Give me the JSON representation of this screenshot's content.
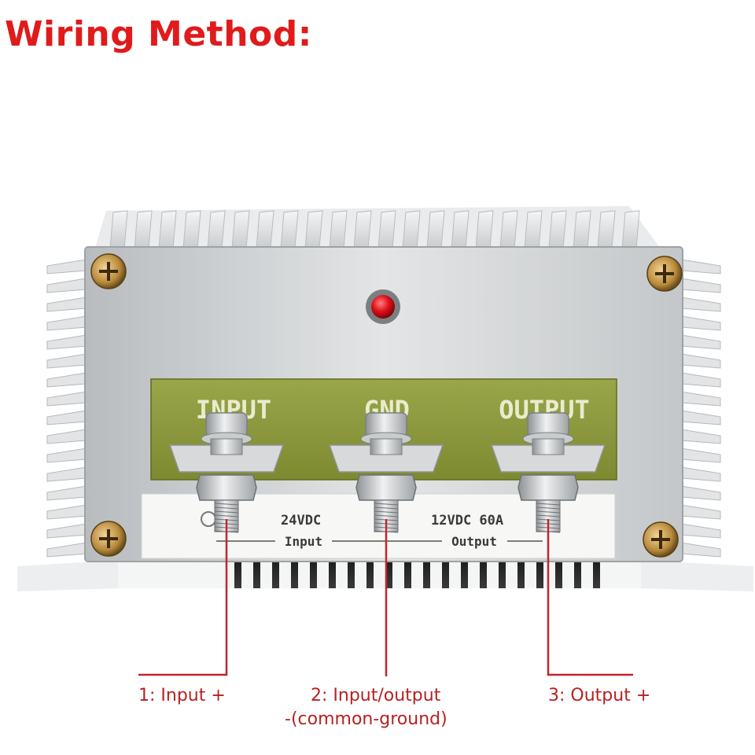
{
  "title": "Wiring Method:",
  "device": {
    "terminal_labels": [
      "INPUT",
      "GND",
      "OUTPUT"
    ],
    "input_voltage": "24VDC",
    "output_rating": "12VDC 60A",
    "input_label": "Input",
    "output_label": "Output"
  },
  "callouts": {
    "input_plus": "1: Input +",
    "common_ground_line1": "2: Input/output",
    "common_ground_line2": "-(common-ground)",
    "output_plus": "3: Output +"
  },
  "colors": {
    "title": "#e01b1b",
    "callout_text": "#b52222",
    "lead_lines": "#c0272d",
    "led": "#e0101a",
    "label_panel": "#8d9a3a"
  }
}
